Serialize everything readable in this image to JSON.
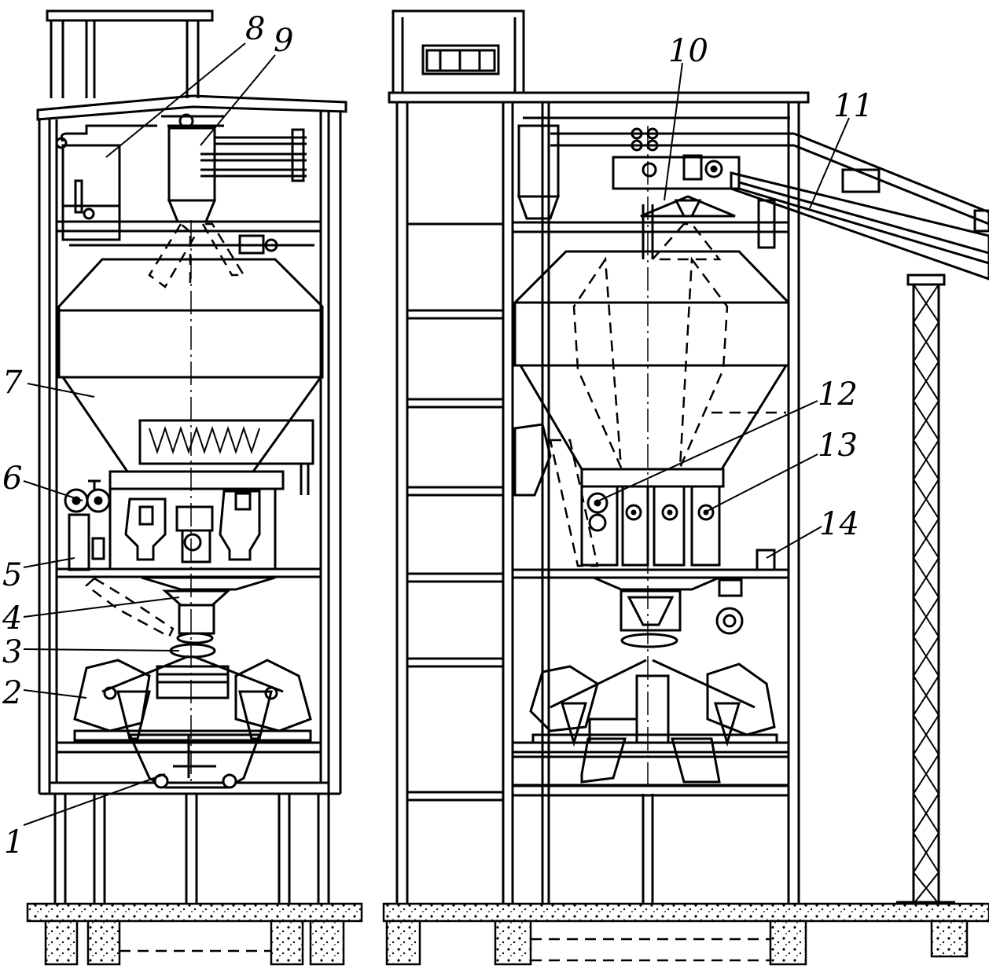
{
  "callouts": [
    "1",
    "2",
    "3",
    "4",
    "5",
    "6",
    "7",
    "8",
    "9",
    "10",
    "11",
    "12",
    "13",
    "14"
  ],
  "colors": {
    "ink": "#000000",
    "paper": "#ffffff"
  }
}
